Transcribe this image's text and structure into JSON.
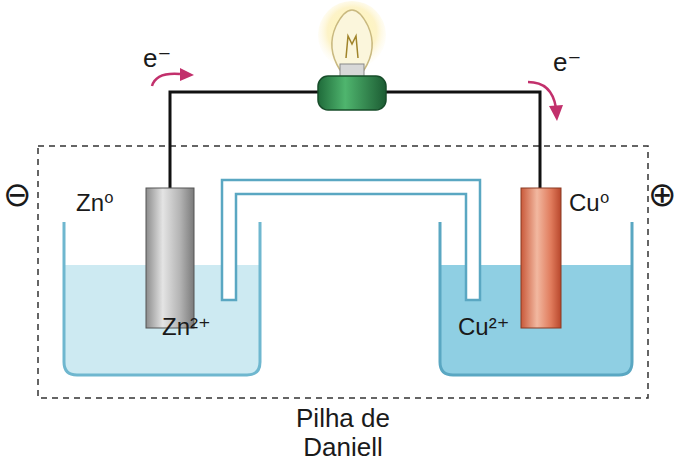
{
  "diagram": {
    "caption": "Pilha de Daniell",
    "labels": [
      "e⁻",
      "e⁻",
      "⊖",
      "Zn⁰",
      "Cu⁰",
      "⊕",
      "Zn²⁺",
      "Cu²⁺"
    ]
  }
}
